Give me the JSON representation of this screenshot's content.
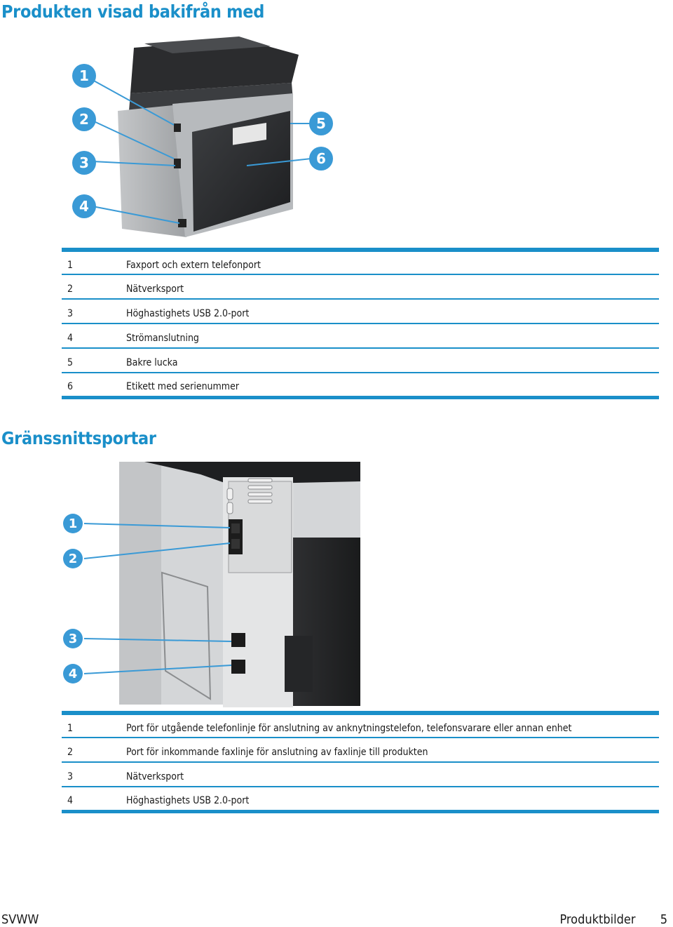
{
  "section1": {
    "title": "Produkten visad bakifrån med",
    "callouts": [
      "1",
      "2",
      "3",
      "4",
      "5",
      "6"
    ],
    "items": [
      {
        "num": "1",
        "text": "Faxport och extern telefonport"
      },
      {
        "num": "2",
        "text": "Nätverksport"
      },
      {
        "num": "3",
        "text": "Höghastighets USB 2.0-port"
      },
      {
        "num": "4",
        "text": "Strömanslutning"
      },
      {
        "num": "5",
        "text": "Bakre lucka"
      },
      {
        "num": "6",
        "text": "Etikett med serienummer"
      }
    ]
  },
  "section2": {
    "title": "Gränssnittsportar",
    "callouts": [
      "1",
      "2",
      "3",
      "4"
    ],
    "items": [
      {
        "num": "1",
        "text": "Port för utgående telefonlinje för anslutning av anknytningstelefon, telefonsvarare eller annan enhet"
      },
      {
        "num": "2",
        "text": "Port för inkommande faxlinje för anslutning av faxlinje till produkten"
      },
      {
        "num": "3",
        "text": "Nätverksport"
      },
      {
        "num": "4",
        "text": "Höghastighets USB 2.0-port"
      }
    ]
  },
  "footer": {
    "left": "SVWW",
    "section": "Produktbilder",
    "page": "5"
  },
  "colors": {
    "accent": "#1a8fc9",
    "callout": "#3a9ad6"
  }
}
